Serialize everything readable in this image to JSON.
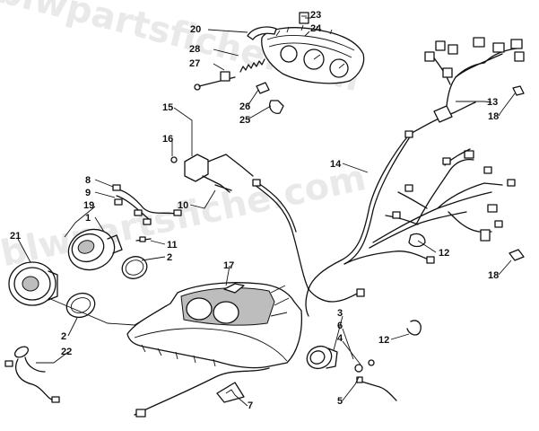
{
  "watermark": {
    "line1": "blwpartsfiche.com",
    "line2": "blwpartsfiche.com"
  },
  "callouts": [
    {
      "id": "c1",
      "label": "1"
    },
    {
      "id": "c2a",
      "label": "2"
    },
    {
      "id": "c2b",
      "label": "2"
    },
    {
      "id": "c3",
      "label": "3"
    },
    {
      "id": "c4",
      "label": "4"
    },
    {
      "id": "c5",
      "label": "5"
    },
    {
      "id": "c6",
      "label": "6"
    },
    {
      "id": "c7",
      "label": "7"
    },
    {
      "id": "c8",
      "label": "8"
    },
    {
      "id": "c9",
      "label": "9"
    },
    {
      "id": "c10",
      "label": "10"
    },
    {
      "id": "c11",
      "label": "11"
    },
    {
      "id": "c12a",
      "label": "12"
    },
    {
      "id": "c12b",
      "label": "12"
    },
    {
      "id": "c13",
      "label": "13"
    },
    {
      "id": "c14",
      "label": "14"
    },
    {
      "id": "c15",
      "label": "15"
    },
    {
      "id": "c16",
      "label": "16"
    },
    {
      "id": "c17",
      "label": "17"
    },
    {
      "id": "c18a",
      "label": "18"
    },
    {
      "id": "c18b",
      "label": "18"
    },
    {
      "id": "c19",
      "label": "19"
    },
    {
      "id": "c20",
      "label": "20"
    },
    {
      "id": "c21",
      "label": "21"
    },
    {
      "id": "c22",
      "label": "22"
    },
    {
      "id": "c23",
      "label": "23"
    },
    {
      "id": "c24",
      "label": "24"
    },
    {
      "id": "c25",
      "label": "25"
    },
    {
      "id": "c26",
      "label": "26"
    },
    {
      "id": "c27",
      "label": "27"
    },
    {
      "id": "c28",
      "label": "28"
    }
  ]
}
